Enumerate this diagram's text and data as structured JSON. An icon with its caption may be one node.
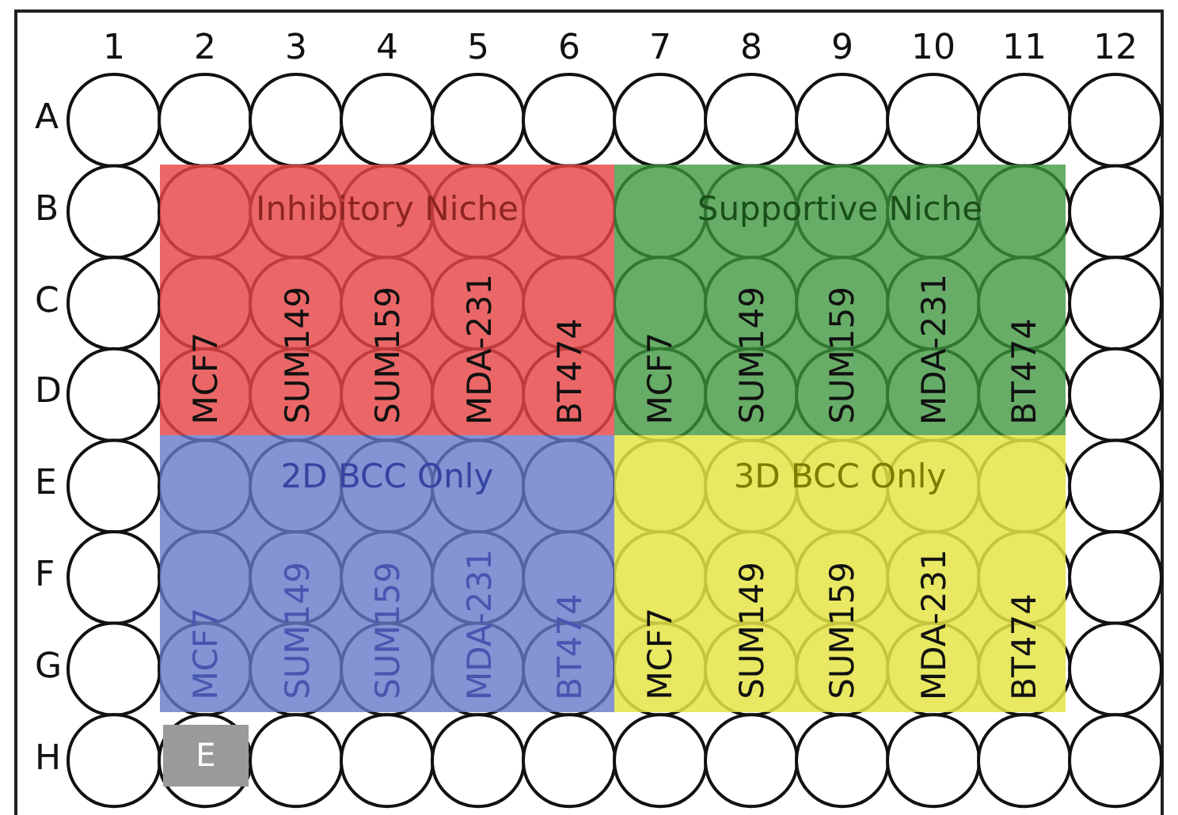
{
  "diagram": {
    "nodes": [
      {
        "text": [
          "Inhibitory Niche",
          "MCF7",
          "SUM149",
          "SUM159",
          "MDA-231",
          "BT474"
        ]
      },
      {
        "text": [
          "Supportive Niche",
          "MCF7",
          "SUM149",
          "SUM159",
          "MDA-231",
          "BT474"
        ]
      },
      {
        "text": [
          "2D BCC Only",
          "MCF7",
          "SUM149",
          "SUM159",
          "MDA-231",
          "BT474"
        ]
      },
      {
        "text": [
          "3D BCC Only",
          "MCF7",
          "SUM149",
          "SUM159",
          "MDA-231",
          "BT474"
        ]
      },
      {
        "text": [
          "E"
        ]
      }
    ],
    "labels": [
      "1",
      "2",
      "3",
      "4",
      "5",
      "6",
      "7",
      "8",
      "9",
      "10",
      "11",
      "12",
      "A",
      "B",
      "C",
      "D",
      "E",
      "F",
      "G",
      "H"
    ]
  }
}
